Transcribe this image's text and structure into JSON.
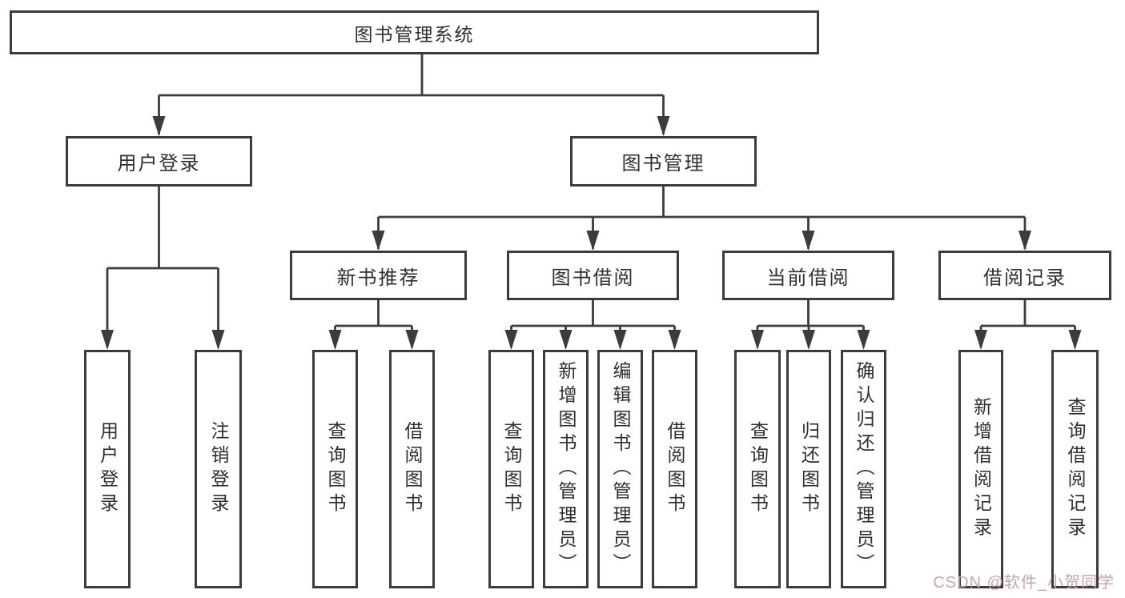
{
  "tree": {
    "label": "图书管理系统",
    "children": [
      {
        "label": "用户登录",
        "children": [
          {
            "label": "用户登录"
          },
          {
            "label": "注销登录"
          }
        ]
      },
      {
        "label": "图书管理",
        "children": [
          {
            "label": "新书推荐",
            "children": [
              {
                "label": "查询图书"
              },
              {
                "label": "借阅图书"
              }
            ]
          },
          {
            "label": "图书借阅",
            "children": [
              {
                "label": "查询图书"
              },
              {
                "label": "新增图书（管理员）"
              },
              {
                "label": "编辑图书（管理员）"
              },
              {
                "label": "借阅图书"
              }
            ]
          },
          {
            "label": "当前借阅",
            "children": [
              {
                "label": "查询图书"
              },
              {
                "label": "归还图书"
              },
              {
                "label": "确认归还（管理员）"
              }
            ]
          },
          {
            "label": "借阅记录",
            "children": [
              {
                "label": "新增借阅记录"
              },
              {
                "label": "查询借阅记录"
              }
            ]
          }
        ]
      }
    ]
  },
  "watermark": {
    "text": "CSDN @软件_小贺同学"
  },
  "colors": {
    "line": "#3c3c3e",
    "text": "#2f2f31",
    "background": "#ffffff",
    "watermark": "#c99ea9"
  }
}
